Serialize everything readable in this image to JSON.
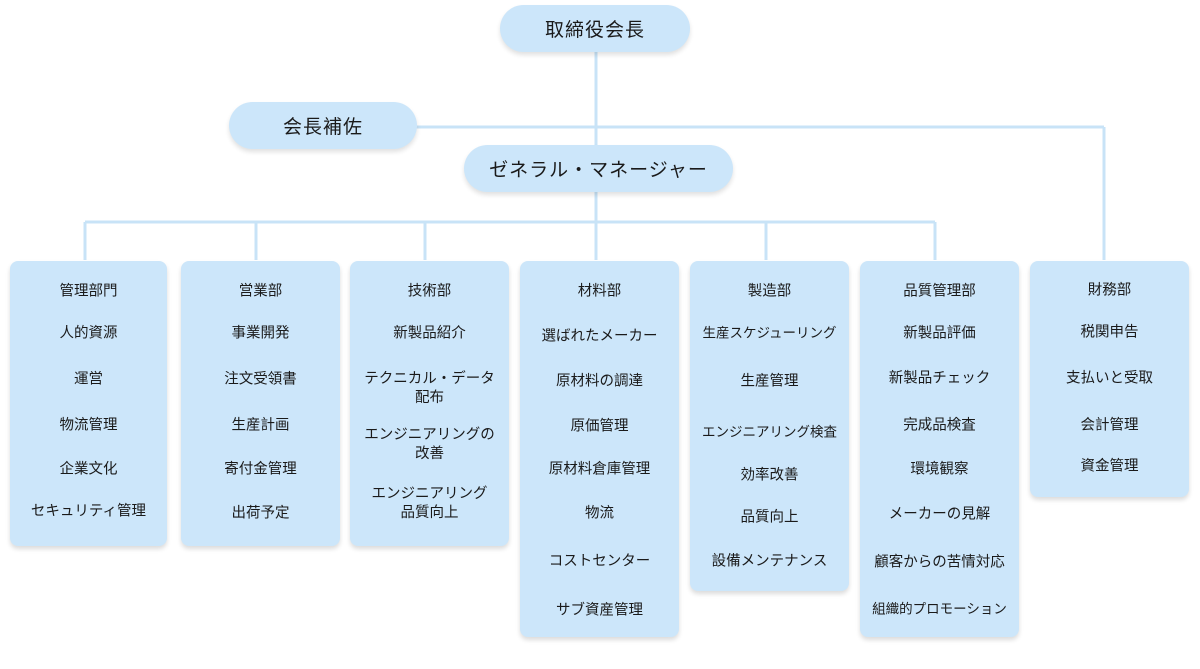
{
  "top": {
    "chairman": "取締役会長",
    "assistant": "会長補佐",
    "general_manager": "ゼネラル・マネージャー"
  },
  "departments": [
    {
      "title": "管理部門",
      "items": [
        "人的資源",
        "運営",
        "物流管理",
        "企業文化",
        "セキュリティ管理"
      ]
    },
    {
      "title": "営業部",
      "items": [
        "事業開発",
        "注文受領書",
        "生産計画",
        "寄付金管理",
        "出荷予定"
      ]
    },
    {
      "title": "技術部",
      "items": [
        "新製品紹介",
        "テクニカル・データ\n配布",
        "エンジニアリングの\n改善",
        "エンジニアリング\n品質向上"
      ]
    },
    {
      "title": "材料部",
      "items": [
        "選ばれたメーカー",
        "原材料の調達",
        "原価管理",
        "原材料倉庫管理",
        "物流",
        "コストセンター",
        "サブ資産管理"
      ]
    },
    {
      "title": "製造部",
      "items": [
        "生産スケジューリング",
        "生産管理",
        "エンジニアリング検査",
        "効率改善",
        "品質向上",
        "設備メンテナンス"
      ]
    },
    {
      "title": "品質管理部",
      "items": [
        "新製品評価",
        "新製品チェック",
        "完成品検査",
        "環境観察",
        "メーカーの見解",
        "顧客からの苦情対応",
        "組織的プロモーション"
      ]
    },
    {
      "title": "財務部",
      "items": [
        "税関申告",
        "支払いと受取",
        "会計管理",
        "資金管理"
      ]
    }
  ],
  "colors": {
    "box": "#cce6fa",
    "connector": "#c8e3f7"
  }
}
